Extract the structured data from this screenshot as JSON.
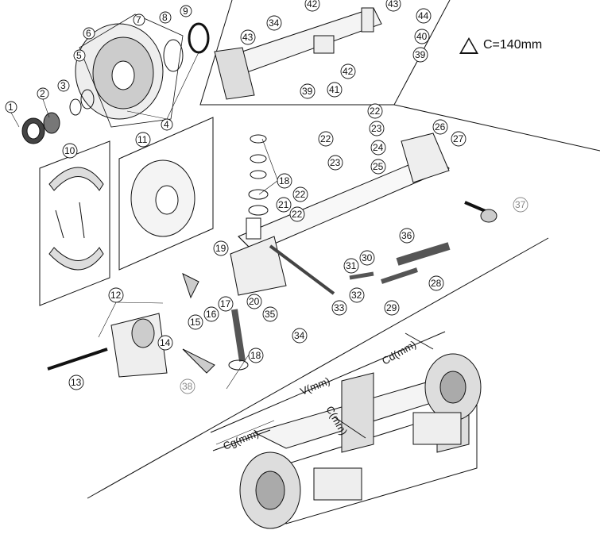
{
  "note": {
    "text": "C=140mm",
    "icon": "warning-icon"
  },
  "dimensions": {
    "v": "V(mm)",
    "cd": "Cd(mm)",
    "cg": "Cg(mm)",
    "c": "C(mm)"
  },
  "callouts": {
    "c1": "1",
    "c2": "2",
    "c3": "3",
    "c4": "4",
    "c5": "5",
    "c6": "6",
    "c7": "7",
    "c8": "8",
    "c9": "9",
    "c10": "10",
    "c11": "11",
    "c12": "12",
    "c13": "13",
    "c14": "14",
    "c15": "15",
    "c16": "16",
    "c17": "17",
    "c18a": "18",
    "c18b": "18",
    "c19": "19",
    "c20": "20",
    "c21": "21",
    "c22a": "22",
    "c22b": "22",
    "c22c": "22",
    "c22d": "22",
    "c23a": "23",
    "c23b": "23",
    "c24": "24",
    "c25": "25",
    "c26": "26",
    "c27": "27",
    "c28": "28",
    "c29": "29",
    "c30": "30",
    "c31": "31",
    "c32": "32",
    "c33": "33",
    "c34a": "34",
    "c34b": "34",
    "c35": "35",
    "c36": "36",
    "c37": "37",
    "c38": "38",
    "c39a": "39",
    "c39b": "39",
    "c40": "40",
    "c41": "41",
    "c42a": "42",
    "c42b": "42",
    "c43a": "43",
    "c43b": "43",
    "c44": "44"
  }
}
